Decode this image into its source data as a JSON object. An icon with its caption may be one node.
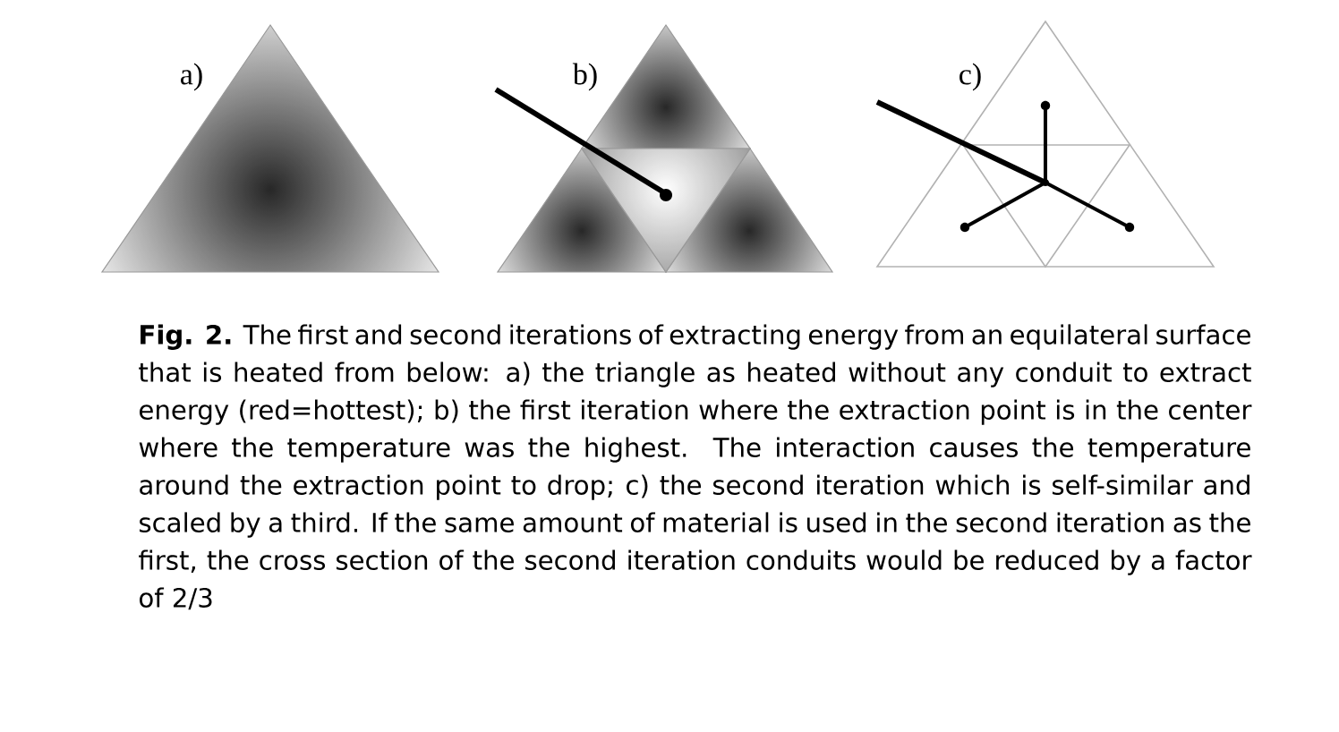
{
  "diagram": {
    "caption": "**Fig. 2.** The first and second iterations of extracting energy from an equilateral surface that is heated from below: a) the triangle as heated without any conduit to extract energy (red=hottest); b) the first iteration where the extraction point is in the center where the temperature was the highest. The interaction causes the temperature around the extraction point to drop; c) the second iteration which is self-similar and scaled by a third. If the same amount of material is used in the second iteration as the first, the cross section of the second iteration conduits would be reduced by a factor of 2/3",
    "labels": [
      "a)",
      "b)",
      "c)"
    ]
  }
}
